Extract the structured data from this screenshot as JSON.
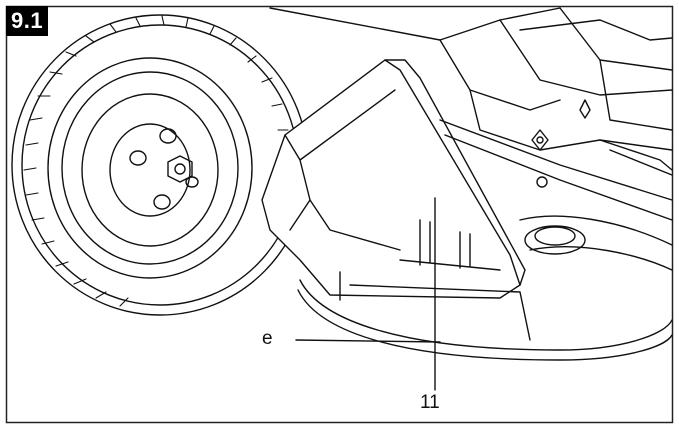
{
  "figure": {
    "label": "9.1",
    "callouts": [
      {
        "id": "e",
        "text": "e"
      },
      {
        "id": "11",
        "text": "11"
      }
    ]
  }
}
